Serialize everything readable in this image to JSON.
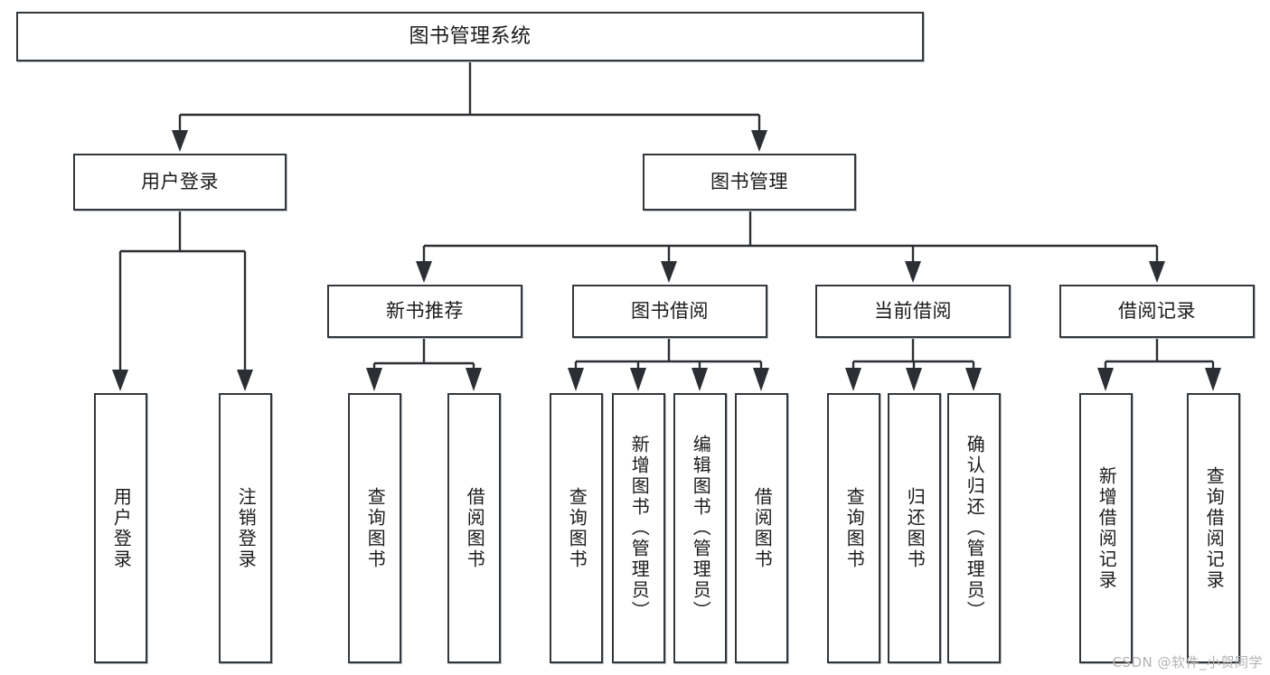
{
  "diagram": {
    "title": "图书管理系统",
    "type": "tree-hierarchy",
    "watermark": "CSDN @软件_小贺同学",
    "colors": {
      "box_border": "#33383d",
      "text": "#1b1b1b",
      "connector": "#2b2f33",
      "background": "#ffffff",
      "watermark": "#b3b3b3"
    },
    "nodes": {
      "root": {
        "label": "图书管理系统",
        "level": 1
      },
      "l2": [
        {
          "id": "user-login",
          "label": "用户登录",
          "level": 2
        },
        {
          "id": "book-management",
          "label": "图书管理",
          "level": 2
        }
      ],
      "l3": [
        {
          "id": "new-book-recommend",
          "label": "新书推荐",
          "level": 3,
          "parent": "book-management"
        },
        {
          "id": "book-borrow",
          "label": "图书借阅",
          "level": 3,
          "parent": "book-management"
        },
        {
          "id": "current-borrow",
          "label": "当前借阅",
          "level": 3,
          "parent": "book-management"
        },
        {
          "id": "borrow-record",
          "label": "借阅记录",
          "level": 3,
          "parent": "book-management"
        }
      ],
      "leaves": [
        {
          "id": "leaf-user-login",
          "label": "用户登录",
          "parent": "user-login"
        },
        {
          "id": "leaf-logout",
          "label": "注销登录",
          "parent": "user-login"
        },
        {
          "id": "leaf-query-book-1",
          "label": "查询图书",
          "parent": "new-book-recommend"
        },
        {
          "id": "leaf-borrow-book-1",
          "label": "借阅图书",
          "parent": "new-book-recommend"
        },
        {
          "id": "leaf-query-book-2",
          "label": "查询图书",
          "parent": "book-borrow"
        },
        {
          "id": "leaf-add-book",
          "label": "新增图书（管理员）",
          "parent": "book-borrow"
        },
        {
          "id": "leaf-edit-book",
          "label": "编辑图书（管理员）",
          "parent": "book-borrow"
        },
        {
          "id": "leaf-borrow-book-2",
          "label": "借阅图书",
          "parent": "book-borrow"
        },
        {
          "id": "leaf-query-book-3",
          "label": "查询图书",
          "parent": "current-borrow"
        },
        {
          "id": "leaf-return-book",
          "label": "归还图书",
          "parent": "current-borrow"
        },
        {
          "id": "leaf-confirm-return",
          "label": "确认归还（管理员）",
          "parent": "current-borrow"
        },
        {
          "id": "leaf-add-record",
          "label": "新增借阅记录",
          "parent": "borrow-record"
        },
        {
          "id": "leaf-query-record",
          "label": "查询借阅记录",
          "parent": "borrow-record"
        }
      ]
    }
  }
}
